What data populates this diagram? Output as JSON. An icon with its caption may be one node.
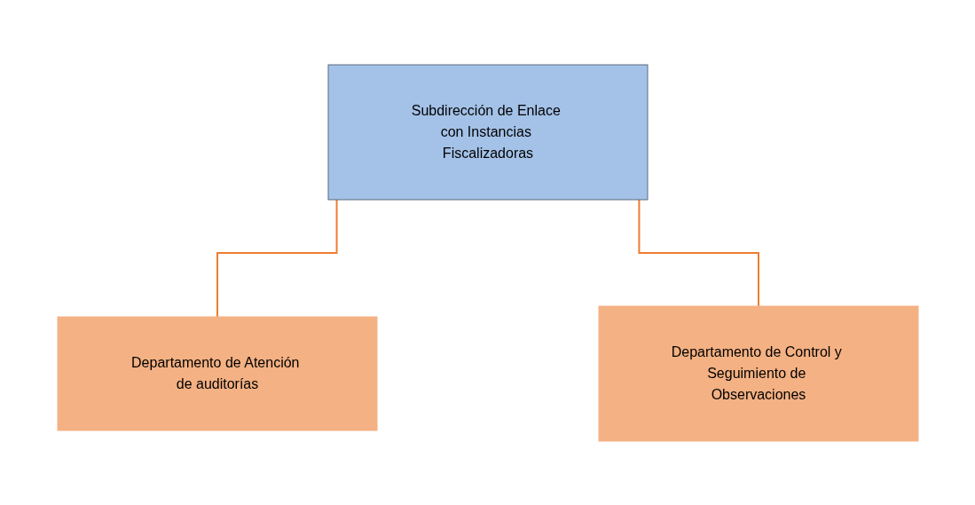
{
  "diagram": {
    "nodes": [
      {
        "text": [
          "Subdirección de Enlace con Instancias Fiscalizadoras"
        ]
      },
      {
        "text": [
          "Departamento de Atención de auditorías"
        ]
      },
      {
        "text": [
          "Departamento de Control y Seguimiento de Observaciones"
        ]
      }
    ],
    "edges": [
      {
        "from": 0,
        "to": 1,
        "arrow": "none"
      },
      {
        "from": 0,
        "to": 2,
        "arrow": "none"
      }
    ]
  }
}
